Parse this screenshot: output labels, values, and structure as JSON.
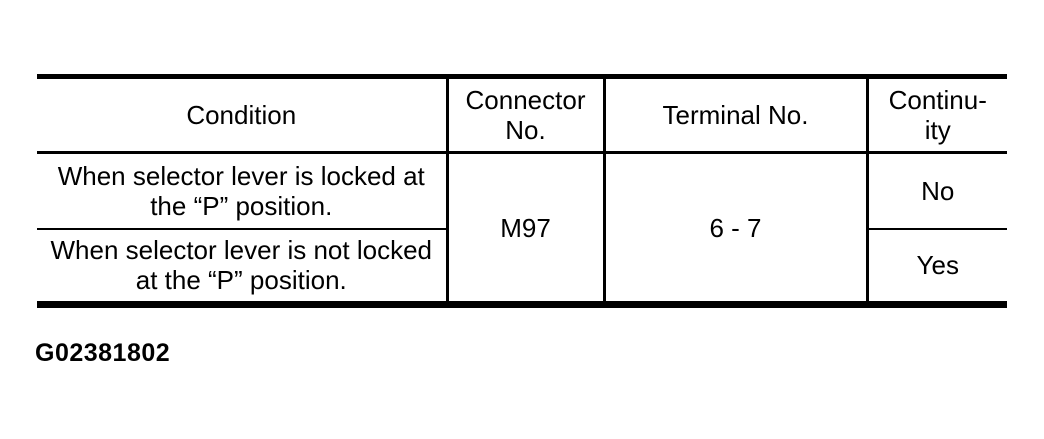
{
  "colors": {
    "background": "#ffffff",
    "line": "#000000",
    "text": "#000000"
  },
  "table": {
    "headers": {
      "condition": "Condition",
      "connector_no": {
        "line1": "Connector",
        "line2": "No."
      },
      "terminal_no": "Terminal No.",
      "continuity": {
        "line1": "Continu-",
        "line2": "ity"
      }
    },
    "connector_no_value": "M97",
    "terminal_no_value": "6 - 7",
    "rows": [
      {
        "condition": "When selector lever is locked at the “P” position.",
        "continuity": "No"
      },
      {
        "condition": "When selector lever is not locked at the “P” position.",
        "continuity": "Yes"
      }
    ]
  },
  "caption": "G02381802"
}
